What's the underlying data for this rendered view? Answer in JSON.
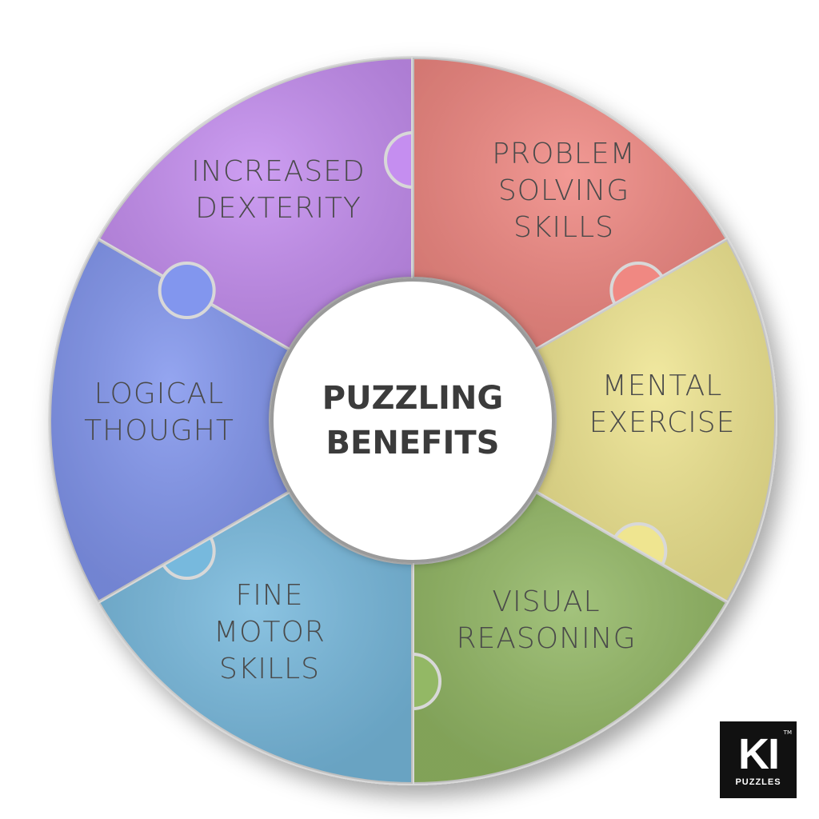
{
  "center": {
    "line1": "PUZZLING",
    "line2": "BENEFITS"
  },
  "segments": [
    {
      "id": "increased-dexterity",
      "lines": [
        "INCREASED",
        "DEXTERITY"
      ],
      "color": "#c58ef0"
    },
    {
      "id": "problem-solving-skills",
      "lines": [
        "PROBLEM",
        "SOLVING",
        "SKILLS"
      ],
      "color": "#f08882"
    },
    {
      "id": "mental-exercise",
      "lines": [
        "MENTAL",
        "EXERCISE"
      ],
      "color": "#efe590"
    },
    {
      "id": "visual-reasoning",
      "lines": [
        "VISUAL",
        "REASONING"
      ],
      "color": "#93b865"
    },
    {
      "id": "fine-motor-skills",
      "lines": [
        "FINE",
        "MOTOR",
        "SKILLS"
      ],
      "color": "#77b9dd"
    },
    {
      "id": "logical-thought",
      "lines": [
        "LOGICAL",
        "THOUGHT"
      ],
      "color": "#8296ee"
    }
  ],
  "logo": {
    "mark": "KI",
    "text": "PUZZLES",
    "tm": "TM"
  }
}
